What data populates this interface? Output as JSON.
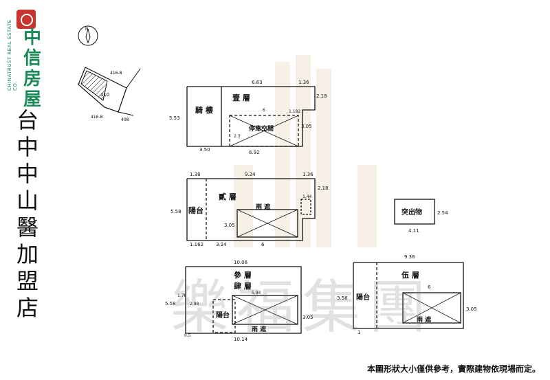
{
  "brand": {
    "name_cn": "中信房屋",
    "name_en": "CHINATRUST REAL ESTATE CO.",
    "accent": "#1a8a5a",
    "badge_color": "#c8352e"
  },
  "title": {
    "chars": [
      "台",
      "中",
      "中",
      "山",
      "醫",
      "加",
      "盟",
      "店"
    ]
  },
  "compass": {
    "label": "N"
  },
  "sitemap": {
    "lot1": "416-8",
    "lot2": "416-8",
    "lot_main": "410",
    "lot3": "408"
  },
  "floor1": {
    "label": "壹 層",
    "arcade": "騎 樓",
    "parking": "停車空間",
    "dims": [
      "6.63",
      "1.36",
      "2.18",
      "5.53",
      "1.182",
      "3.05",
      "2.3",
      "3.50",
      "6.92",
      "6"
    ]
  },
  "floor2": {
    "label": "貳 層",
    "balcony": "陽台",
    "shaft": "雨 遮",
    "dims": [
      "1.38",
      "9.24",
      "1.36",
      "2.18",
      "5.58",
      "1.44",
      "3.05",
      "1.162",
      "3.24",
      "6"
    ]
  },
  "protrusion": {
    "label": "突出物",
    "dims": [
      "2.54",
      "4.11"
    ]
  },
  "floor34": {
    "label1": "參 層",
    "label2": "肆 層",
    "balcony": "陽台",
    "shaft": "雨 遮",
    "dims": [
      "10.06",
      "5.58",
      "1.78",
      "2.98",
      "5.94",
      "3.05",
      "10.14",
      "0.5"
    ]
  },
  "floor5": {
    "label": "伍 層",
    "balcony": "陽台",
    "shaft": "雨 遮",
    "dims": [
      "9.36",
      "3.58",
      "3.05",
      "6",
      "1"
    ]
  },
  "watermark": "樂福集團",
  "footnote": "本圖形狀大小僅供參考，實際建物依現場而定。"
}
